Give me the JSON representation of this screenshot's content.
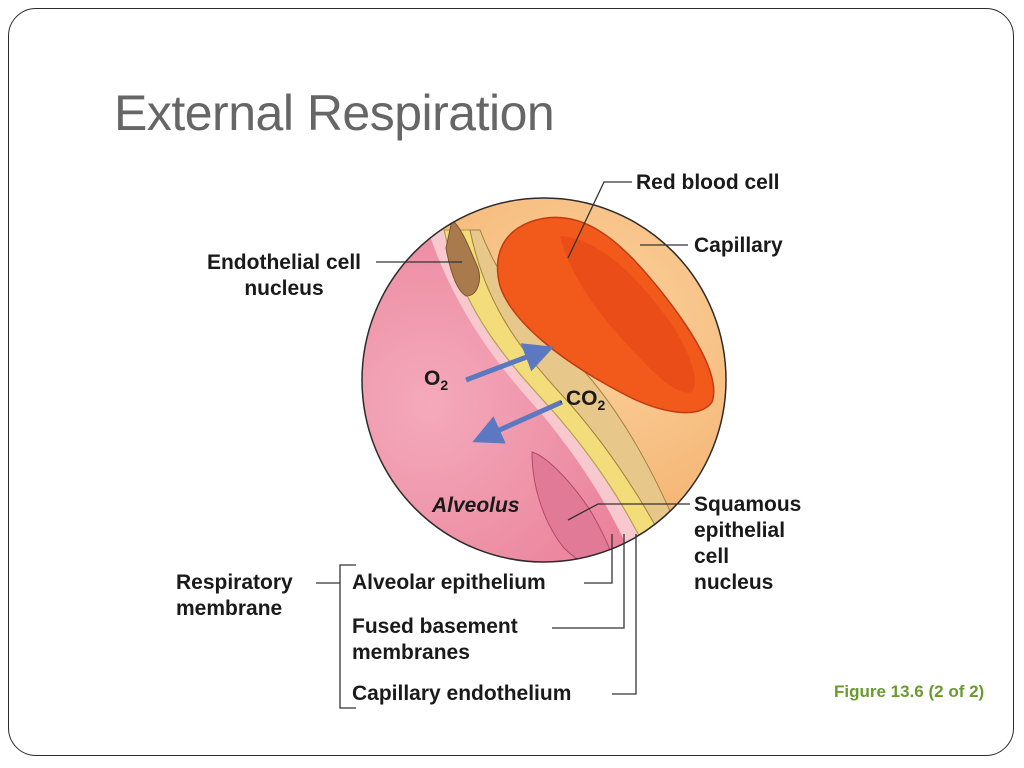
{
  "slide": {
    "title": "External Respiration",
    "figure_caption": "Figure 13.6 (2 of 2)"
  },
  "labels": {
    "red_blood_cell": "Red blood cell",
    "capillary": "Capillary",
    "endothelial_nucleus_line1": "Endothelial cell",
    "endothelial_nucleus_line2": "nucleus",
    "o2_base": "O",
    "o2_sub": "2",
    "co2_base": "CO",
    "co2_sub": "2",
    "alveolus": "Alveolus",
    "squamous_line1": "Squamous",
    "squamous_line2": "epithelial",
    "squamous_line3": "cell",
    "squamous_line4": "nucleus",
    "respiratory_line1": "Respiratory",
    "respiratory_line2": "membrane",
    "alveolar_epithelium": "Alveolar epithelium",
    "fused_line1": "Fused basement",
    "fused_line2": "membranes",
    "capillary_endothelium": "Capillary endothelium"
  },
  "colors": {
    "title": "#666666",
    "caption": "#6a9b2e",
    "capillary_fill": "#f6b56a",
    "rbc_fill": "#f25a1c",
    "alveolus_fill": "#ef8fa6",
    "membrane_yellow": "#f3dc7a",
    "nucleus_brown": "#a87a4c",
    "arrow_blue": "#5b78c0"
  }
}
